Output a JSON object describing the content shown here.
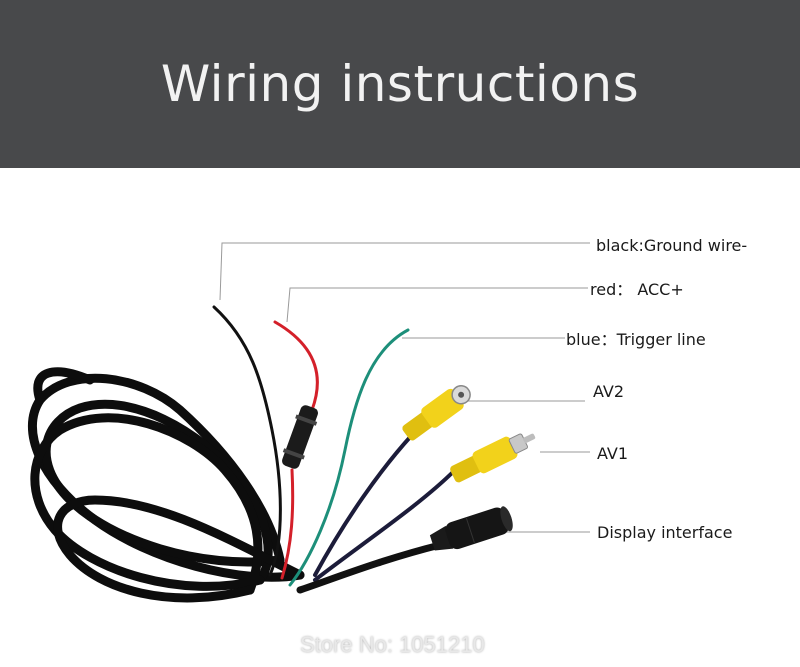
{
  "header": {
    "title": "Wiring instructions"
  },
  "labels": {
    "black": "black:Ground wire-",
    "red": "red： ACC+",
    "blue": "blue：Trigger line",
    "av2": "AV2",
    "av1": "AV1",
    "display": "Display interface"
  },
  "watermark": "Store No: 1051210",
  "colors": {
    "header_bg": "#48494b",
    "black_wire": "#111111",
    "red_wire": "#d4202a",
    "green_wire": "#1d8f7a",
    "blue_wire": "#1a1f4d",
    "rca_yellow": "#f2d21b",
    "leader_line": "#9a9a9a"
  }
}
